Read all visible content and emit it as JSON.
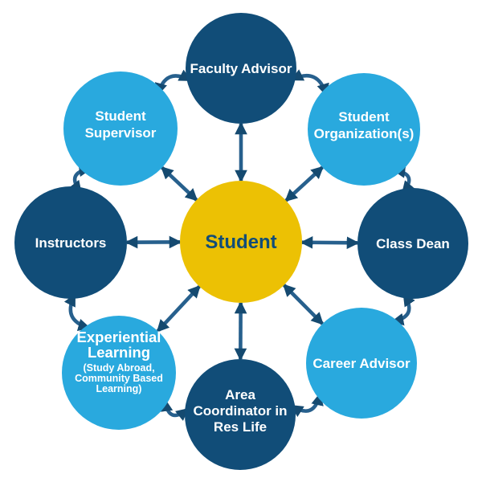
{
  "diagram": {
    "type": "hub-and-spoke",
    "center_node": {
      "id": "student",
      "label": "Student"
    },
    "nodes": [
      {
        "id": "faculty-advisor",
        "lines": [
          "Faculty Advisor"
        ],
        "color_role": "dark"
      },
      {
        "id": "student-organizations",
        "lines": [
          "Student",
          "Organization(s)"
        ],
        "color_role": "light"
      },
      {
        "id": "class-dean",
        "lines": [
          "Class Dean"
        ],
        "color_role": "dark"
      },
      {
        "id": "career-advisor",
        "lines": [
          "Career Advisor"
        ],
        "color_role": "light"
      },
      {
        "id": "area-coordinator-res-life",
        "lines": [
          "Area",
          "Coordinator in",
          "Res Life"
        ],
        "color_role": "dark"
      },
      {
        "id": "experiential-learning",
        "lines": [
          "Experiential",
          "Learning"
        ],
        "sublines": [
          "(Study Abroad,",
          "Community Based",
          "Learning)"
        ],
        "color_role": "light"
      },
      {
        "id": "instructors",
        "lines": [
          "Instructors"
        ],
        "color_role": "dark"
      },
      {
        "id": "student-supervisor",
        "lines": [
          "Student",
          "Supervisor"
        ],
        "color_role": "light"
      }
    ],
    "colors": {
      "dark_blue": "#114D78",
      "light_blue": "#29A9DE",
      "gold": "#ECC104",
      "arrow_shaft": "#27608D",
      "arrow_head": "#154A70",
      "node_text": "#FFFFFF",
      "center_text": "#114D78",
      "background": "#FFFFFF"
    }
  }
}
